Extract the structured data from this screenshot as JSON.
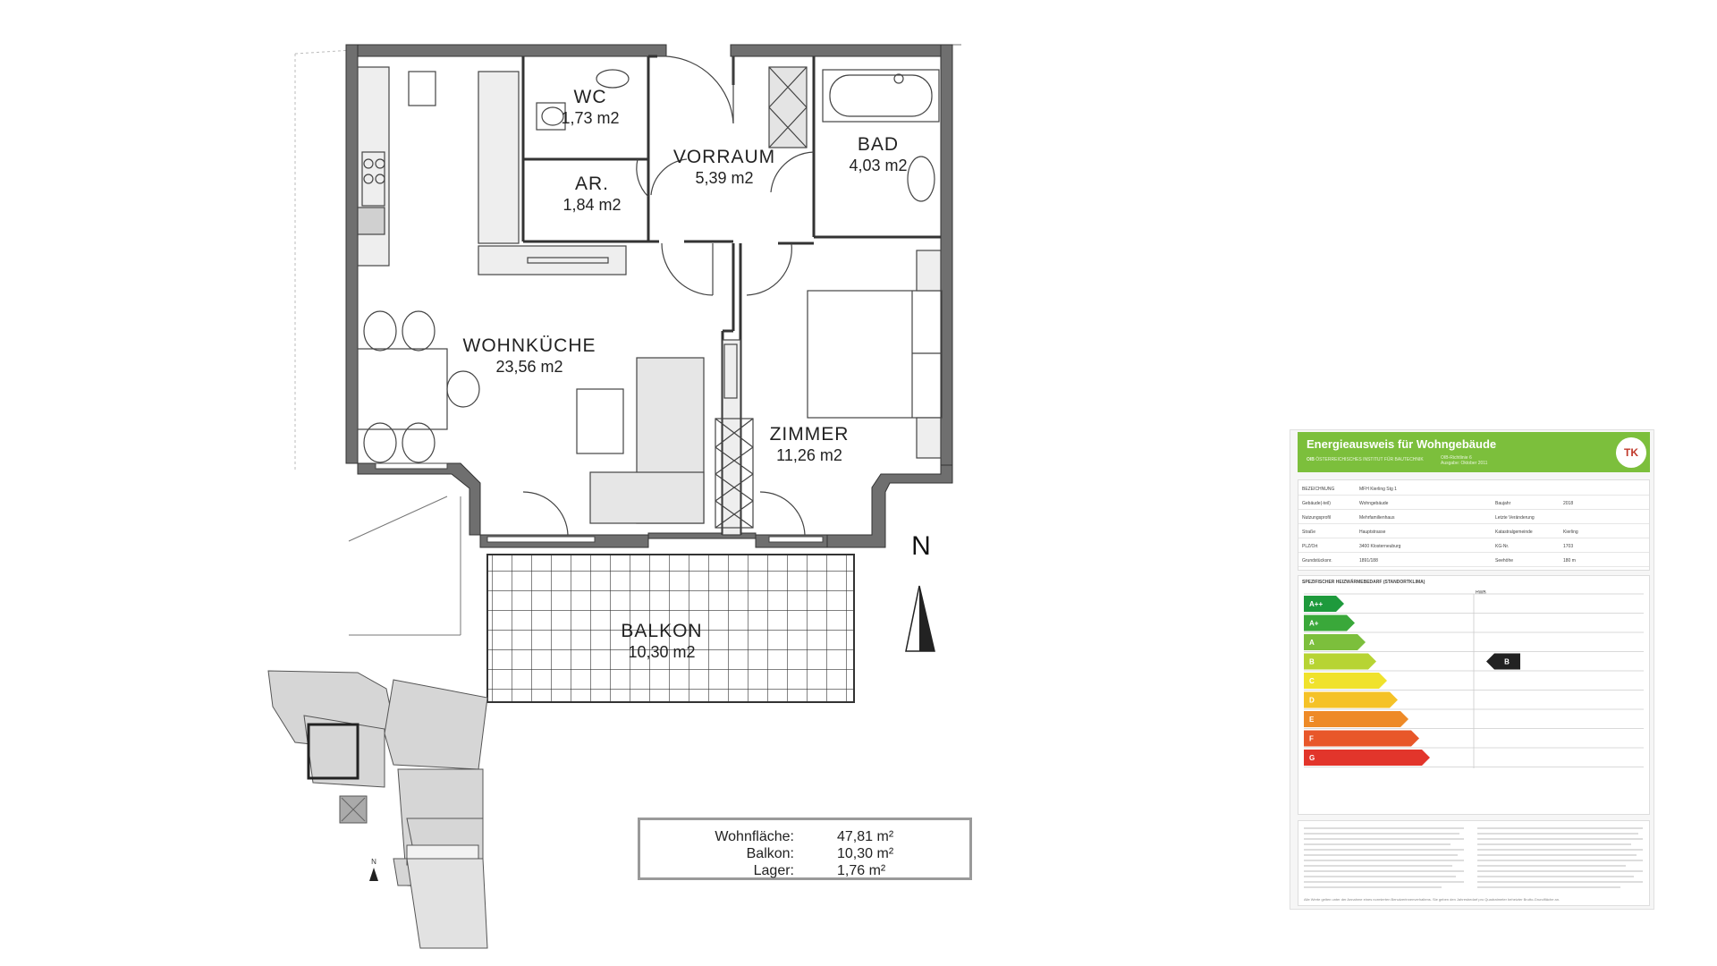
{
  "floorplan": {
    "rooms": [
      {
        "id": "wc",
        "name": "WC",
        "area": "1,73 m2"
      },
      {
        "id": "ar",
        "name": "Ar.",
        "area": "1,84 m2"
      },
      {
        "id": "vorraum",
        "name": "Vorraum",
        "area": "5,39 m2"
      },
      {
        "id": "bad",
        "name": "Bad",
        "area": "4,03 m2"
      },
      {
        "id": "wohnkueche",
        "name": "Wohnküche",
        "area": "23,56 m2"
      },
      {
        "id": "zimmer",
        "name": "Zimmer",
        "area": "11,26 m2"
      },
      {
        "id": "balkon",
        "name": "Balkon",
        "area": "10,30 m2"
      }
    ],
    "north_label": "N",
    "keyplan_north_label": "N"
  },
  "summary": {
    "rows": [
      {
        "label": "Wohnfläche:",
        "value": "47,81 m²"
      },
      {
        "label": "Balkon:",
        "value": "10,30 m²"
      },
      {
        "label": "Lager:",
        "value": "1,76 m²"
      }
    ]
  },
  "certificate": {
    "title": "Energieausweis für Wohngebäude",
    "brand": "OIB",
    "brand_sub": "ÖSTERREICHISCHES INSTITUT FÜR BAUTECHNIK",
    "guideline": "OIB-Richtlinie 6",
    "edition": "Ausgabe: Oktober 2011",
    "logo_text": "TK",
    "meta": [
      {
        "k": "BEZEICHNUNG",
        "v": "MFH Kierling Stg 1",
        "k2": "",
        "v2": ""
      },
      {
        "k": "Gebäude(-teil)",
        "v": "Wohngebäude",
        "k2": "Baujahr",
        "v2": "2018"
      },
      {
        "k": "Nutzungsprofil",
        "v": "Mehrfamilienhaus",
        "k2": "Letzte Veränderung",
        "v2": ""
      },
      {
        "k": "Straße",
        "v": "Hauptstrasse",
        "k2": "Katastralgemeinde",
        "v2": "Kierling"
      },
      {
        "k": "PLZ/Ort",
        "v": "3400   Klosterneuburg",
        "k2": "KG-Nr.",
        "v2": "1703"
      },
      {
        "k": "Grundstücksnr.",
        "v": "1891/188",
        "k2": "Seehöhe",
        "v2": "180 m"
      }
    ],
    "hwb_title": "SPEZIFISCHER HEIZWÄRMEBEDARF (STANDORTKLIMA)",
    "hwb_column": "HWB",
    "classes": [
      {
        "label": "A++",
        "color": "#1e9a3c"
      },
      {
        "label": "A+",
        "color": "#3aa83a"
      },
      {
        "label": "A",
        "color": "#7cbf3c"
      },
      {
        "label": "B",
        "color": "#b7d433"
      },
      {
        "label": "C",
        "color": "#f0e22c"
      },
      {
        "label": "D",
        "color": "#f5c227"
      },
      {
        "label": "E",
        "color": "#ee8a27"
      },
      {
        "label": "F",
        "color": "#e8572a"
      },
      {
        "label": "G",
        "color": "#e2352b"
      }
    ],
    "rating": "B",
    "footer_note": "Alle Werte gelten unter der Annahme eines normierten Benutzerinnenverhaltens. Sie geben den Jahresbedarf pro Quadratmeter beheizter Brutto-Grundfläche an."
  }
}
